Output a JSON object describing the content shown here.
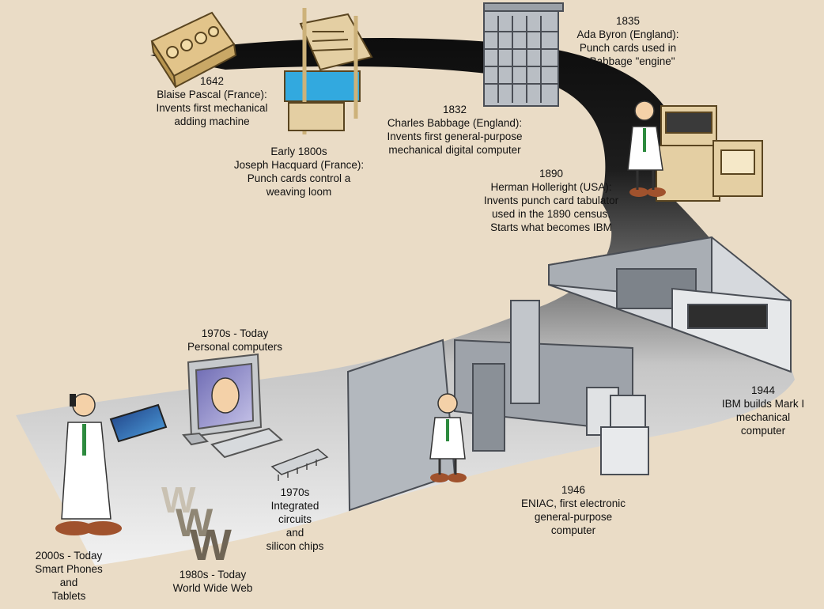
{
  "colors": {
    "background": "#eadcc6",
    "path_dark": "#111111",
    "path_light": "#ececec",
    "wood": "#e4cfa3",
    "machine_gray": "#a9aeb4",
    "figure_coat": "#ffffff",
    "tie": "#2d8a3e",
    "shoes": "#a0522d"
  },
  "events": {
    "pascal": {
      "year": "1642",
      "l1": "Blaise Pascal (France):",
      "l2": "Invents first mechanical",
      "l3": "adding machine"
    },
    "jacquard": {
      "year": "Early 1800s",
      "l1": "Joseph Hacquard (France):",
      "l2": "Punch cards control a",
      "l3": "weaving loom"
    },
    "babbage": {
      "year": "1832",
      "l1": "Charles Babbage (England):",
      "l2": "Invents first general-purpose",
      "l3": "mechanical digital computer"
    },
    "byron": {
      "year": "1835",
      "l1": "Ada Byron (England):",
      "l2": "Punch cards used in",
      "l3": "a Babbage \"engine\""
    },
    "hollerith": {
      "year": "1890",
      "l1": "Herman Holleright (USA):",
      "l2": "Invents punch card  tabulator",
      "l3": "used in the 1890 census.",
      "l4": "Starts what becomes IBM"
    },
    "mark1": {
      "year": "1944",
      "l1": "IBM builds Mark I",
      "l2": "mechanical",
      "l3": "computer"
    },
    "eniac": {
      "year": "1946",
      "l1": "ENIAC, first electronic",
      "l2": "general-purpose",
      "l3": "computer"
    },
    "pc": {
      "year": "1970s - Today",
      "l1": "Personal computers"
    },
    "ic": {
      "year": "1970s",
      "l1": "Integrated",
      "l2": "circuits",
      "l3": "and",
      "l4": "silicon chips"
    },
    "web": {
      "year": "1980s - Today",
      "l1": "World Wide Web"
    },
    "smart": {
      "year": "2000s - Today",
      "l1": "Smart Phones",
      "l2": "and",
      "l3": "Tablets"
    }
  },
  "icons": {
    "www_letters": "WWW"
  }
}
